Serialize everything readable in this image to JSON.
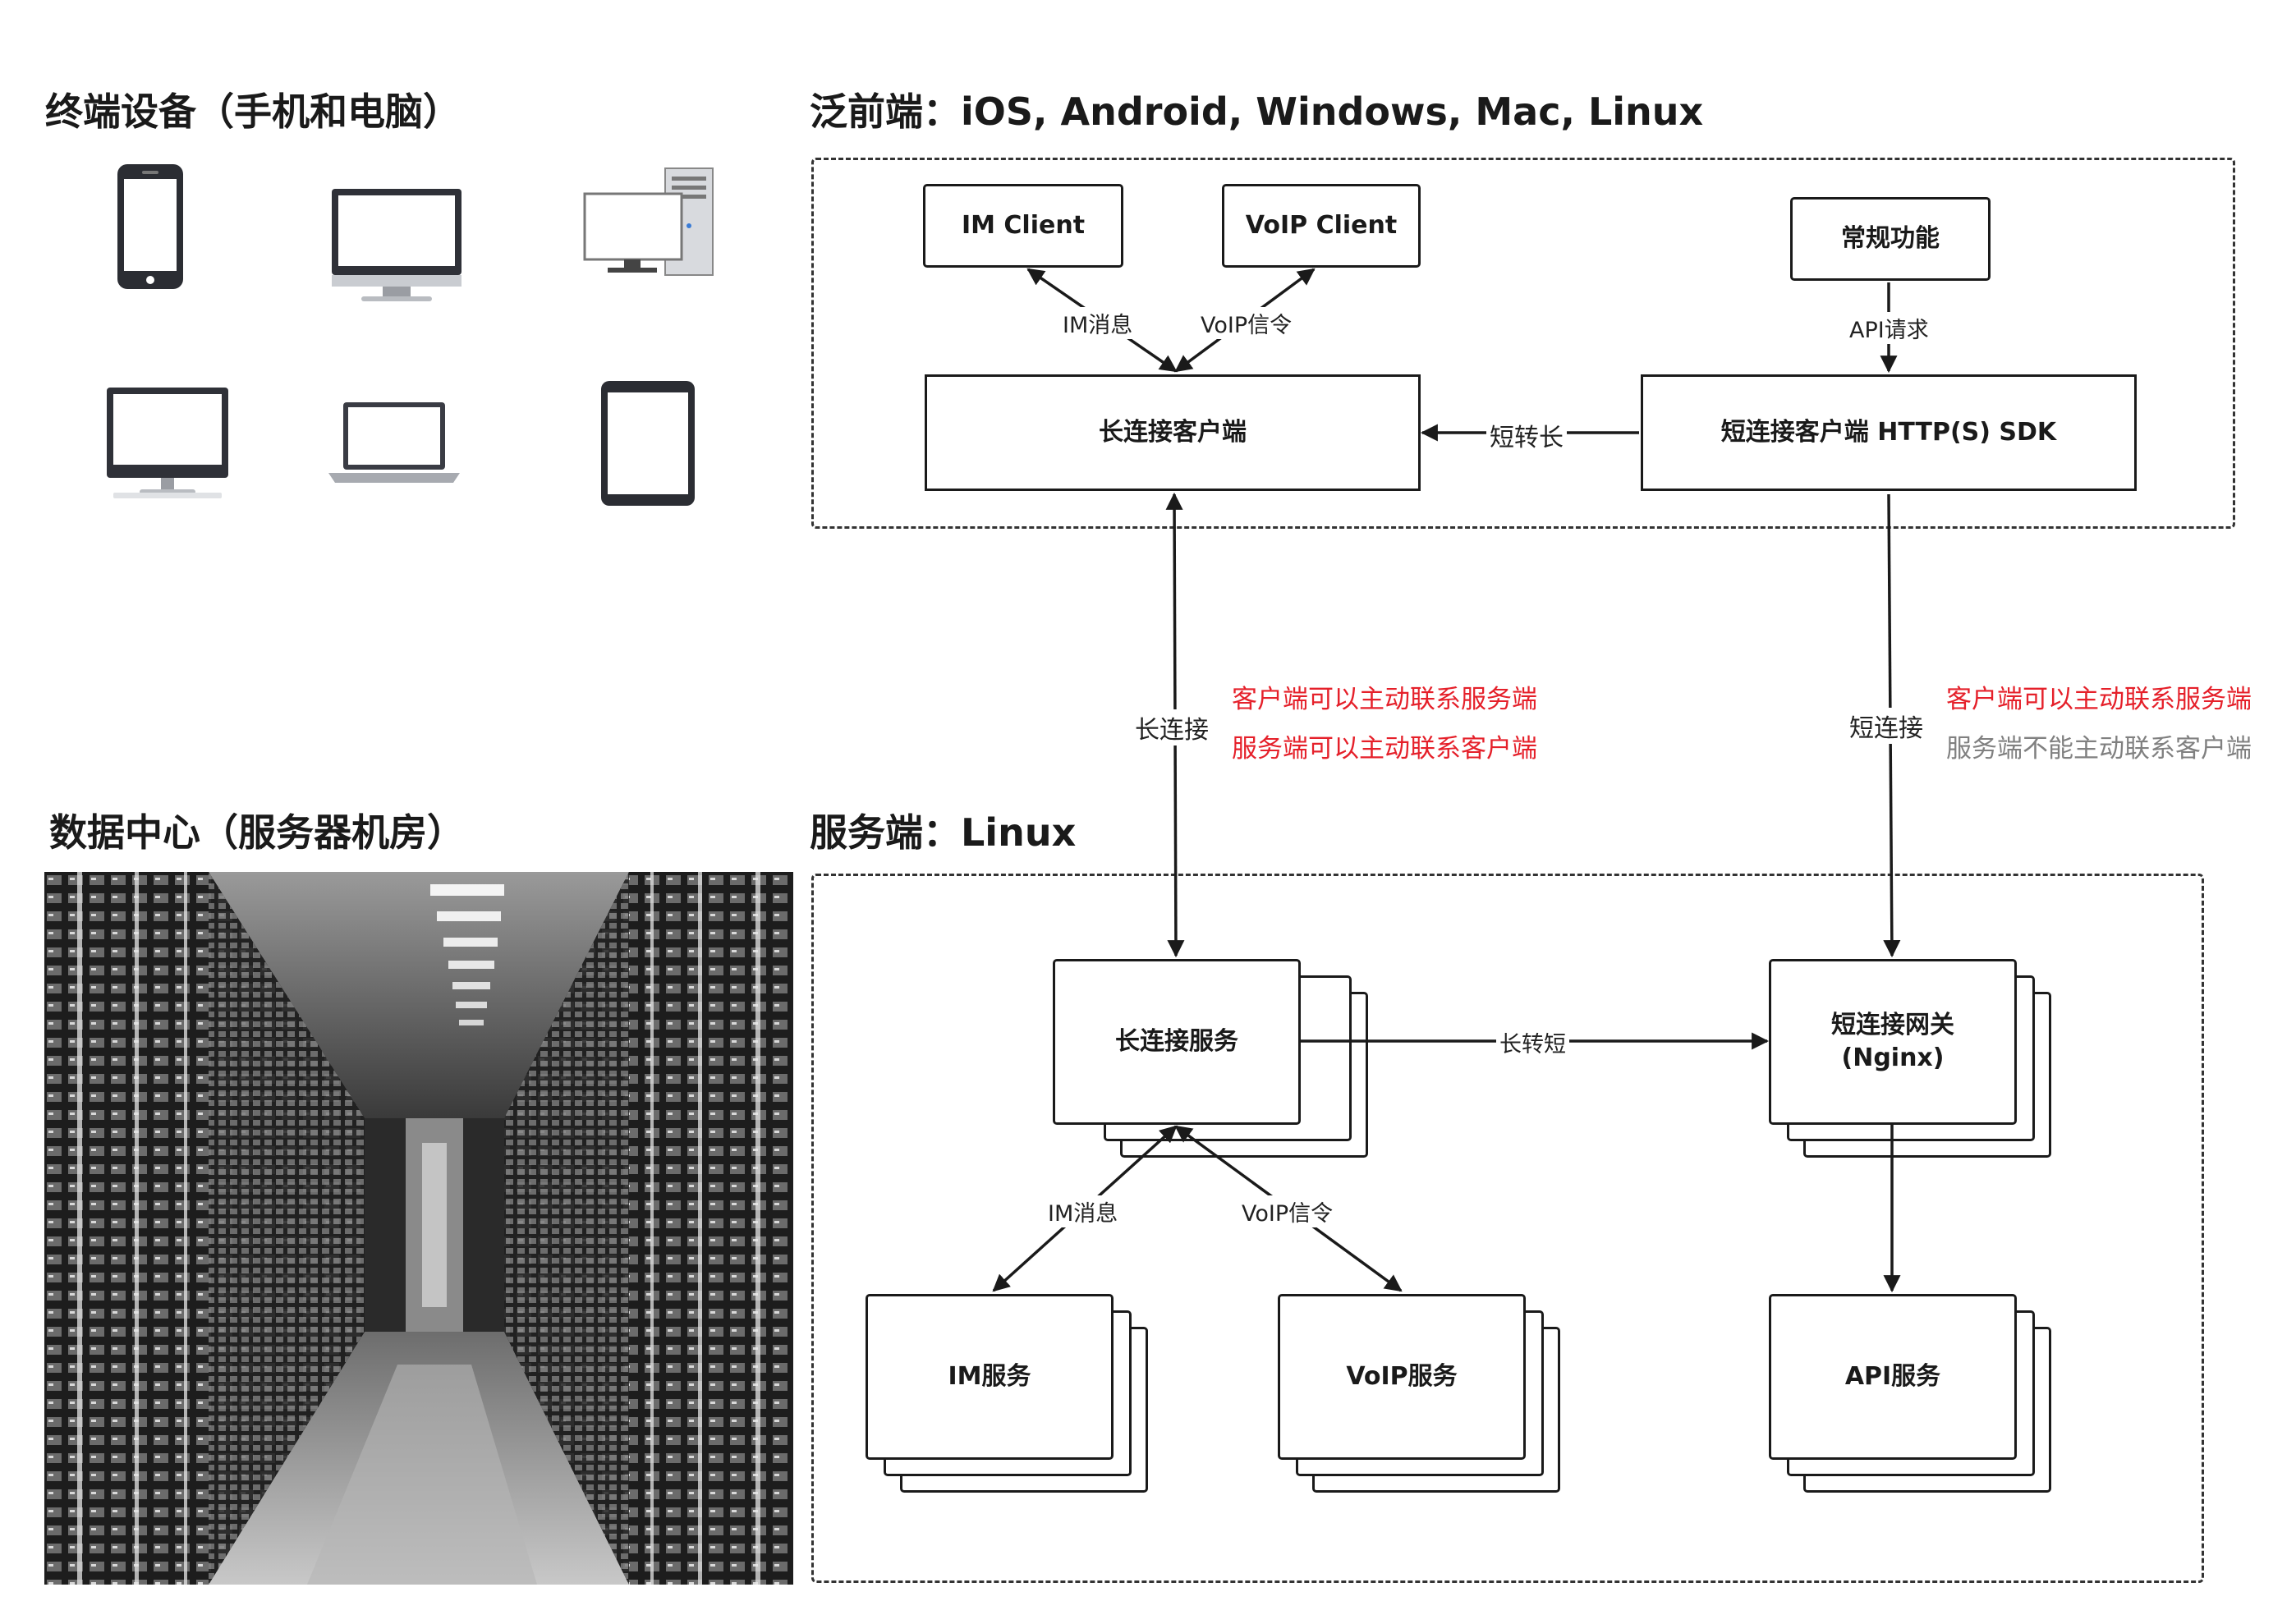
{
  "titles": {
    "devices": "终端设备（手机和电脑）",
    "frontend": "泛前端：iOS, Android, Windows, Mac, Linux",
    "datacenter": "数据中心（服务器机房）",
    "backend": "服务端：Linux"
  },
  "frontend": {
    "im_client": "IM Client",
    "voip_client": "VoIP Client",
    "regular": "常规功能",
    "long_client": "长连接客户端",
    "short_client": "短连接客户端 HTTP(S) SDK",
    "label_im_msg": "IM消息",
    "label_voip_signal": "VoIP信令",
    "label_api_req": "API请求",
    "label_short_to_long": "短转长"
  },
  "links": {
    "long_conn": "长连接",
    "short_conn": "短连接",
    "long_note_1": "客户端可以主动联系服务端",
    "long_note_2": "服务端可以主动联系客户端",
    "short_note_1": "客户端可以主动联系服务端",
    "short_note_2": "服务端不能主动联系客户端"
  },
  "backend": {
    "long_service": "长连接服务",
    "short_gateway": "短连接网关\n(Nginx)",
    "im_service": "IM服务",
    "voip_service": "VoIP服务",
    "api_service": "API服务",
    "label_long_to_short": "长转短",
    "label_im_msg": "IM消息",
    "label_voip_signal": "VoIP信令"
  },
  "colors": {
    "note_red": "#e5202a",
    "note_gray": "#808080",
    "line": "#1a1a1a"
  },
  "icons": [
    "phone-icon",
    "monitor-icon",
    "desktop-pc-icon",
    "all-in-one-pc-icon",
    "laptop-icon",
    "tablet-icon",
    "server-room-image"
  ]
}
